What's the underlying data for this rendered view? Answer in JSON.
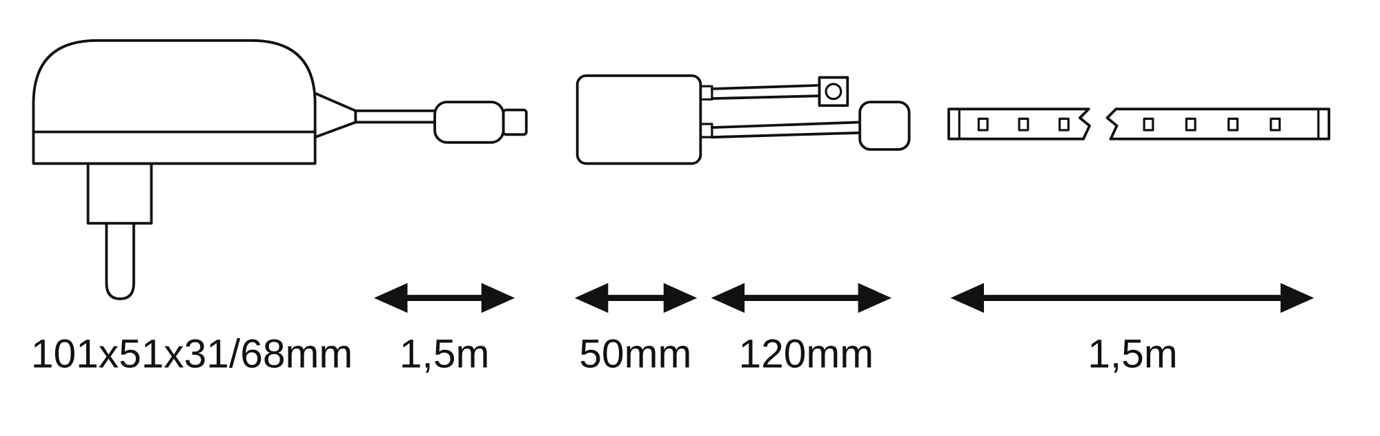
{
  "diagram": {
    "labels": {
      "adapter_dimensions": "101x51x31/68mm",
      "cable_length": "1,5m",
      "controller_length": "50mm",
      "connector_cable_length": "120mm",
      "strip_length": "1,5m"
    },
    "colors": {
      "line": "#111111",
      "text": "#111111",
      "background": "#ffffff"
    }
  }
}
